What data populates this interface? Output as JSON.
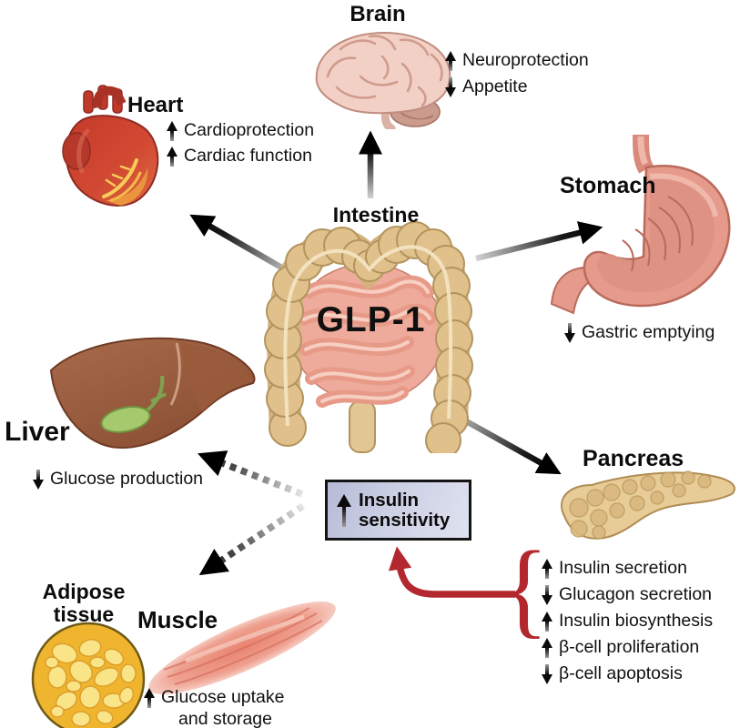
{
  "organs": {
    "brain": {
      "title": "Brain",
      "effects": [
        {
          "direction": "increase",
          "text": "Neuroprotection"
        },
        {
          "direction": "decrease",
          "text": "Appetite"
        }
      ]
    },
    "heart": {
      "title": "Heart",
      "effects": [
        {
          "direction": "increase",
          "text": "Cardioprotection"
        },
        {
          "direction": "increase",
          "text": "Cardiac function"
        }
      ]
    },
    "stomach": {
      "title": "Stomach",
      "effects": [
        {
          "direction": "decrease",
          "text": "Gastric emptying"
        }
      ]
    },
    "intestine": {
      "title": "Intestine",
      "hormone_label": "GLP-1"
    },
    "liver": {
      "title": "Liver",
      "effects": [
        {
          "direction": "decrease",
          "text": "Glucose production"
        }
      ]
    },
    "pancreas": {
      "title": "Pancreas",
      "effects": [
        {
          "direction": "increase",
          "text": "Insulin secretion"
        },
        {
          "direction": "decrease",
          "text": "Glucagon secretion"
        },
        {
          "direction": "increase",
          "text": "Insulin biosynthesis"
        },
        {
          "direction": "increase",
          "text": "β-cell proliferation"
        },
        {
          "direction": "decrease",
          "text": "β-cell apoptosis"
        }
      ]
    },
    "adipose_tissue": {
      "title_line1": "Adipose",
      "title_line2": "tissue"
    },
    "muscle": {
      "title": "Muscle",
      "effects": [
        {
          "direction": "increase",
          "text": "Glucose uptake",
          "text_line2": "and storage"
        }
      ]
    }
  },
  "insulin_sensitivity_box": {
    "direction": "increase",
    "label_line1": "Insulin",
    "label_line2": "sensitivity"
  },
  "decoration": {
    "brace_glyph": "{"
  },
  "colors": {
    "accent_red": "#b2282e",
    "insulin_box_background": "#cbcee4",
    "arrow_color": "#111111",
    "background": "#ffffff"
  }
}
